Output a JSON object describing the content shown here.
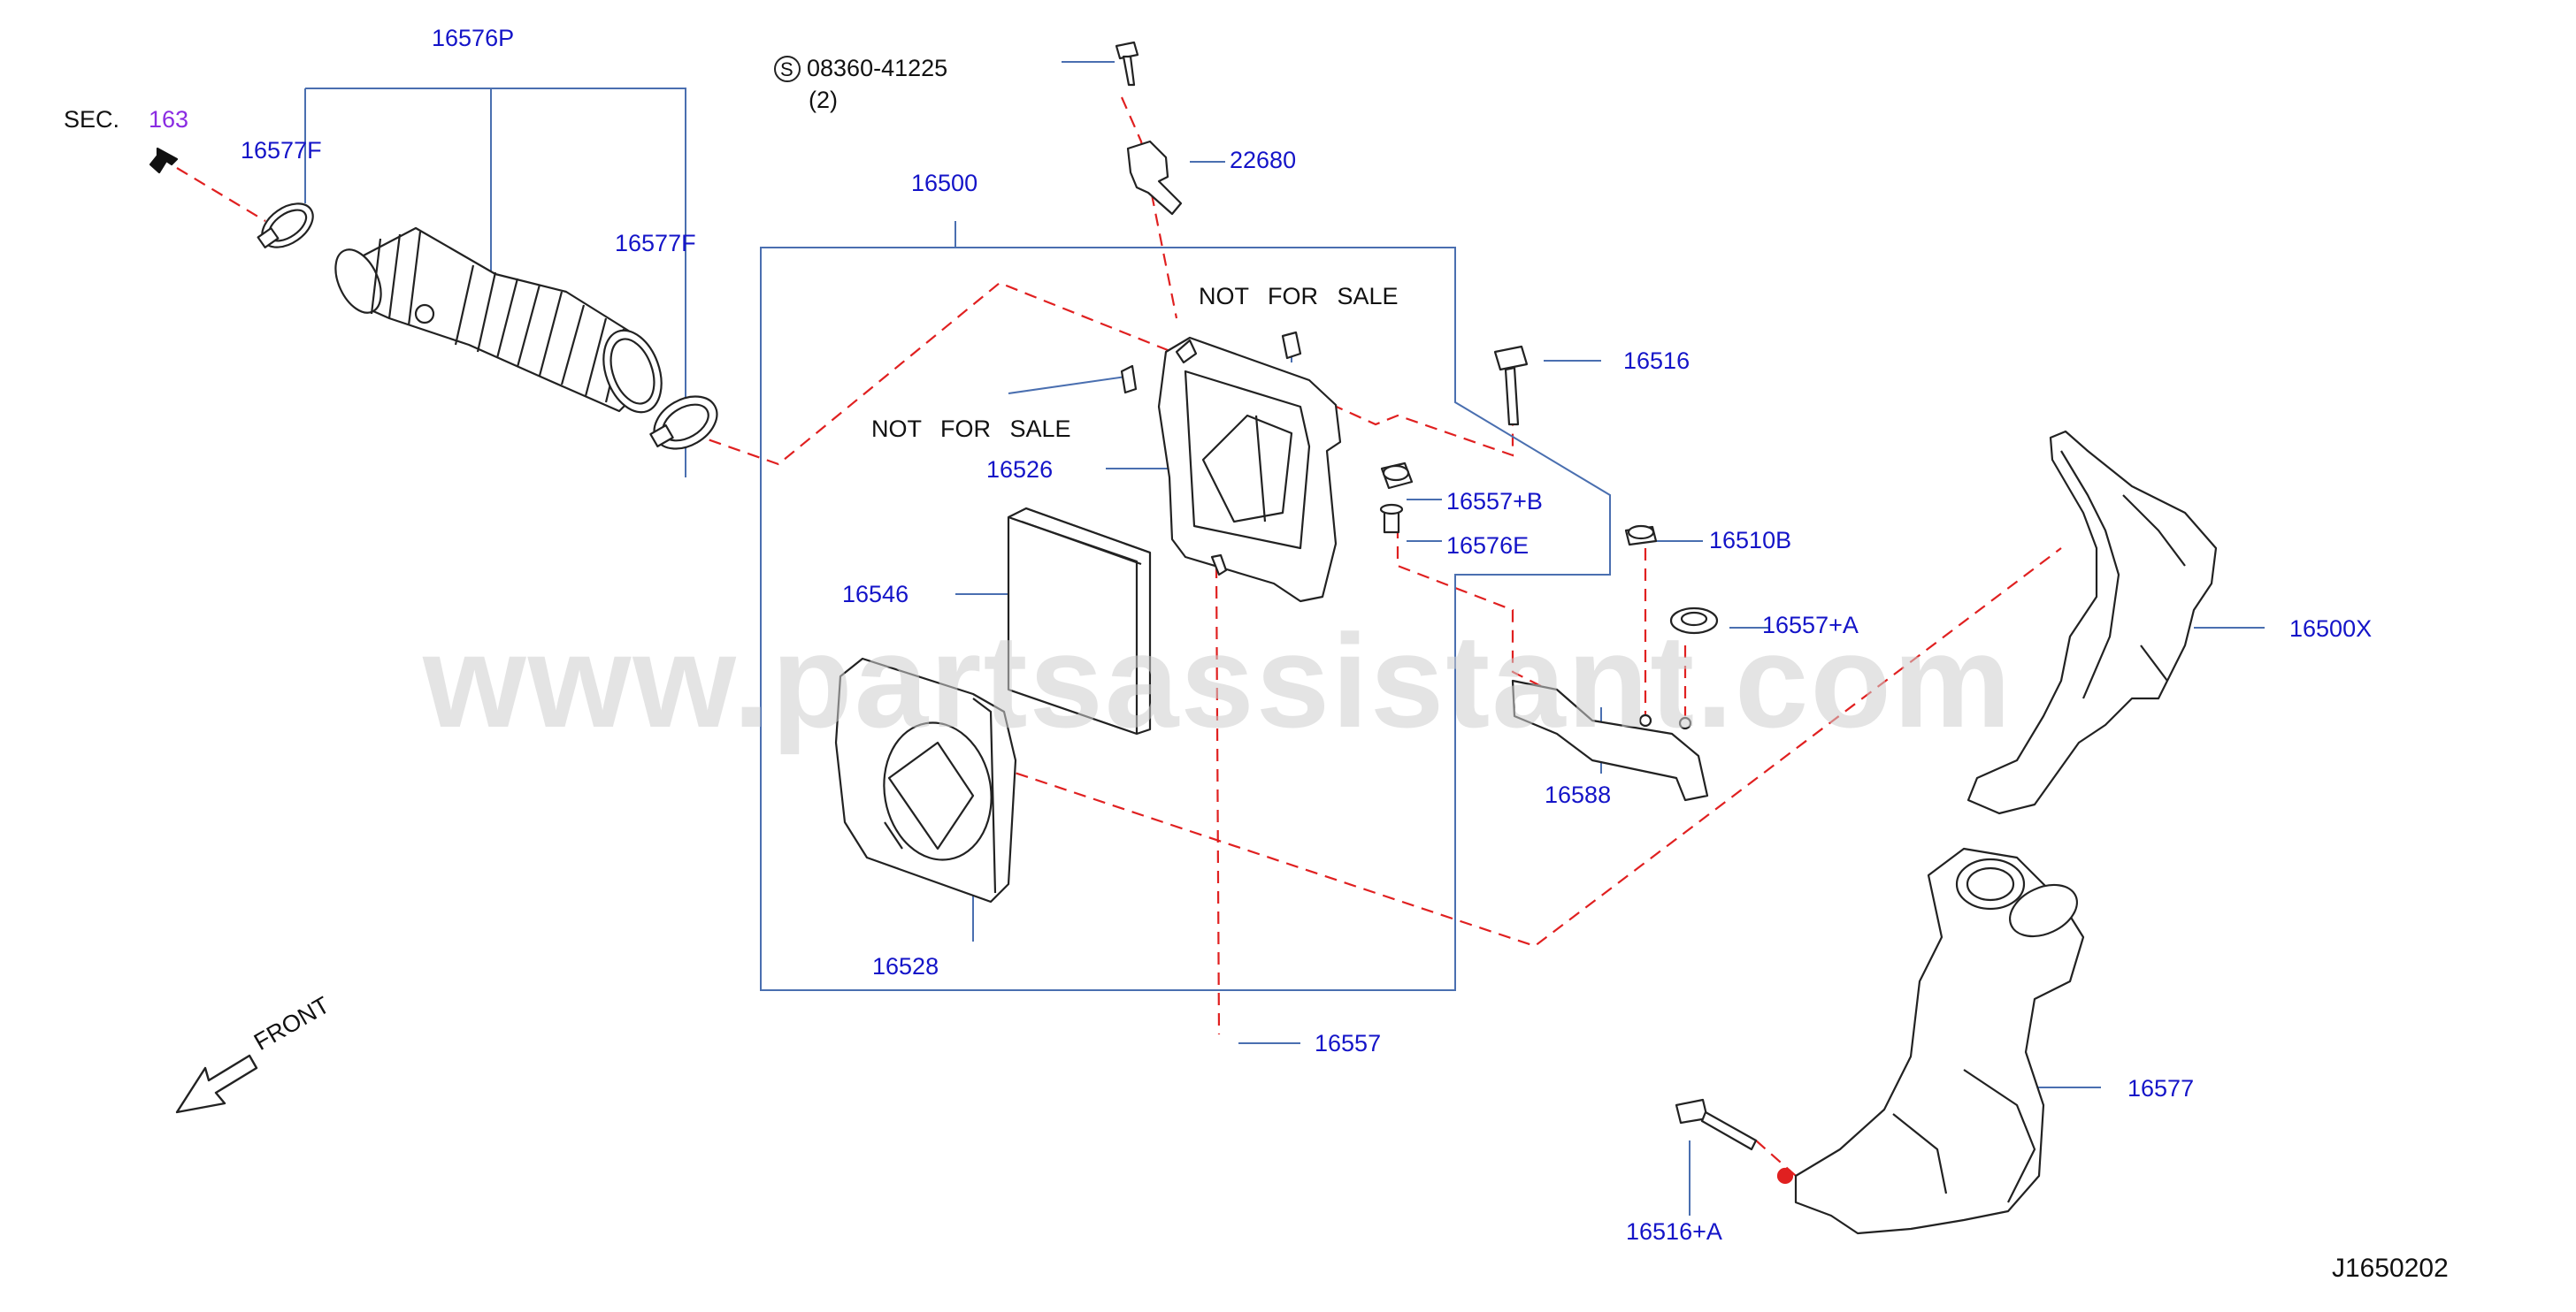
{
  "diagram": {
    "watermark": "www.partsassistant.com",
    "diagram_code": "J1650202",
    "section_ref": {
      "prefix": "SEC.",
      "number": "163"
    },
    "screw_spec": {
      "symbol": "S",
      "part": "08360-41225",
      "qty": "(2)"
    },
    "not_for_sale": [
      "NOT FOR SALE",
      "NOT FOR SALE"
    ],
    "front_label": "FRONT",
    "parts": [
      {
        "id": "16576P"
      },
      {
        "id": "16577F"
      },
      {
        "id": "16577F"
      },
      {
        "id": "22680"
      },
      {
        "id": "16500"
      },
      {
        "id": "16516"
      },
      {
        "id": "16526"
      },
      {
        "id": "16557+B"
      },
      {
        "id": "16576E"
      },
      {
        "id": "16510B"
      },
      {
        "id": "16557+A"
      },
      {
        "id": "16500X"
      },
      {
        "id": "16546"
      },
      {
        "id": "16588"
      },
      {
        "id": "16528"
      },
      {
        "id": "16557"
      },
      {
        "id": "16577"
      },
      {
        "id": "16516+A"
      }
    ],
    "colors": {
      "label": "#1414c8",
      "leader": "#4a6fb0",
      "dash": "#e02020",
      "part": "#222222",
      "watermark": "#cfcfcf"
    }
  }
}
